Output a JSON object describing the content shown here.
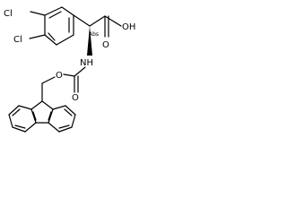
{
  "molecule": {
    "atoms": {
      "cl_upper": "Cl",
      "cl_lower": "Cl",
      "oh": "OH",
      "carbonyl_o_acid": "O",
      "amine_nh": "NH",
      "ester_o": "O",
      "carbonyl_o_carbamate": "O"
    },
    "stereo_label": "Abs"
  }
}
